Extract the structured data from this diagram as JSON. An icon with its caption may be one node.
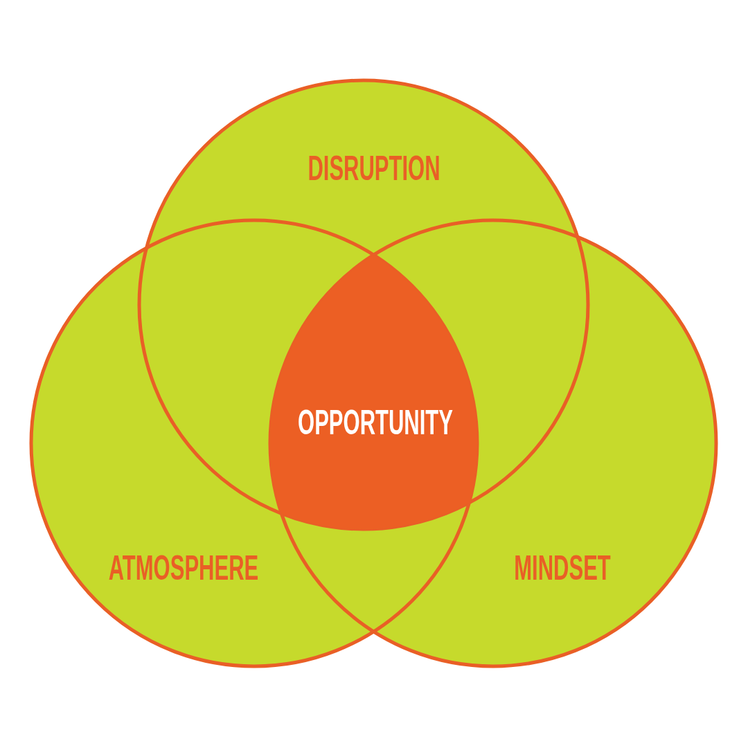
{
  "diagram": {
    "nodes": [
      {
        "text": [
          "DISRUPTION"
        ]
      },
      {
        "text": [
          "ATMOSPHERE"
        ]
      },
      {
        "text": [
          "MINDSET"
        ]
      },
      {
        "text": [
          "OPPORTUNITY"
        ]
      }
    ]
  }
}
